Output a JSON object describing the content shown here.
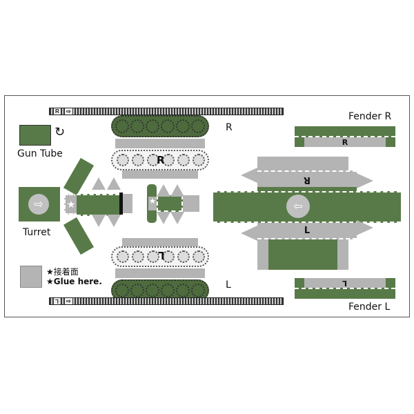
{
  "sheet": {
    "labels": {
      "gun_tube": "Gun Tube",
      "turret": "Turret",
      "fender_r": "Fender R",
      "fender_l": "Fender L",
      "side_r": "R",
      "side_l": "L",
      "hull_r_mark": "R",
      "hull_l_mark": "L",
      "track_r_mark": "R",
      "track_l_mark": "L",
      "fender_r_mark": "R",
      "fender_l_mark": "L",
      "side_r_mark": "R",
      "side_l_mark": "L"
    },
    "legend": {
      "glue_jp": "★接着面",
      "glue_en": "★Glue here."
    },
    "icons": {
      "rotate": "↻",
      "arrow_right": "⇨",
      "arrow_left": "⇦",
      "star": "★"
    },
    "colors": {
      "olive_green": "#587a48",
      "glue_gray": "#b4b4b4",
      "border": "#555555"
    }
  }
}
